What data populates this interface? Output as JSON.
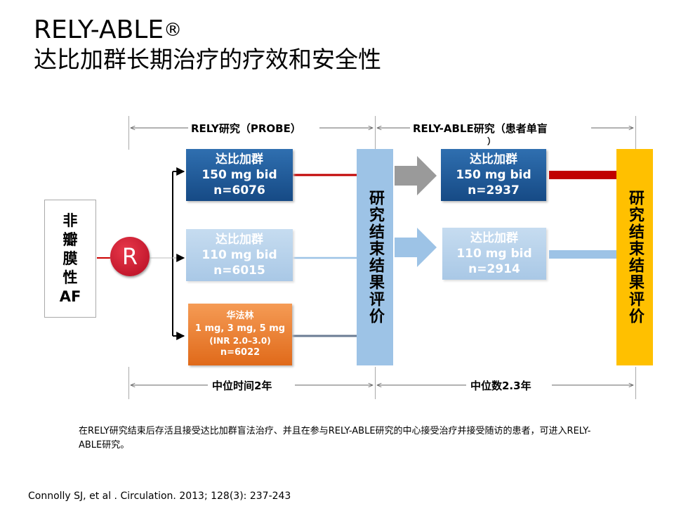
{
  "header": {
    "title_line1": "RELY-ABLE",
    "title_reg": "®",
    "title_line2": "达比加群长期治疗的疗效和安全性"
  },
  "diagram": {
    "rely_label": "RELY研究（PROBE）",
    "rely_able_label": "RELY-ABLE研究（患者单盲",
    "rely_able_label_cont": "）",
    "patient_box": [
      "非",
      "瓣",
      "膜",
      "性",
      "AF"
    ],
    "randomize_label": "R",
    "rely_arms": [
      {
        "name": "达比加群",
        "dose": "150 mg bid",
        "n": "n=6076"
      },
      {
        "name": "达比加群",
        "dose": "110 mg bid",
        "n": "n=6015"
      },
      {
        "name": "华法林",
        "dose": "1 mg, 3 mg, 5 mg",
        "inr": "(INR 2.0–3.0)",
        "n": "n=6022"
      }
    ],
    "rely_able_arms": [
      {
        "name": "达比加群",
        "dose": "150 mg bid",
        "n": "n=2937"
      },
      {
        "name": "达比加群",
        "dose": "110 mg bid",
        "n": "n=2914"
      }
    ],
    "end_label_1": "研究结束结果评价",
    "end_label_2": "研究结束结果评价",
    "median_rely": "中位时间2年",
    "median_rely_able": "中位数2.3年",
    "colors": {
      "dark_blue": "#1f5a9c",
      "light_blue": "#a9c8e6",
      "orange": "#e8782a",
      "gold": "#ffc000",
      "red": "#c00000",
      "bar_blue": "#9dc3e6"
    }
  },
  "footnote": "在RELY研究结束后存活且接受达比加群盲法治疗、并且在参与RELY-ABLE研究的中心接受治疗并接受随访的患者，可进入RELY-ABLE研究。",
  "citation": "Connolly SJ, et al . Circulation. 2013; 128(3): 237-243"
}
